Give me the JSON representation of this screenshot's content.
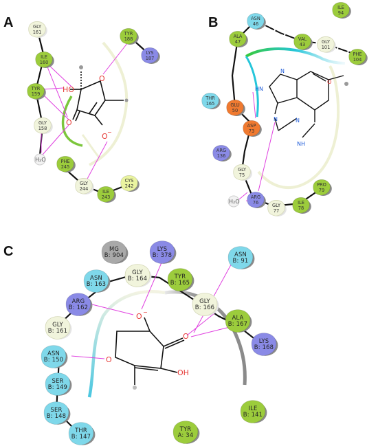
{
  "panels": [
    {
      "letter": "A",
      "residues": [
        {
          "id": "gly161",
          "name": "GLY",
          "num": "161",
          "color": "green-light"
        },
        {
          "id": "ile160",
          "name": "ILE",
          "num": "160",
          "color": "green"
        },
        {
          "id": "tyr159",
          "name": "TYR",
          "num": "159",
          "color": "green"
        },
        {
          "id": "gly158",
          "name": "GLY",
          "num": "158",
          "color": "green-light"
        },
        {
          "id": "tyr188",
          "name": "TYR",
          "num": "188",
          "color": "green"
        },
        {
          "id": "lys187",
          "name": "LYS",
          "num": "187",
          "color": "blue"
        },
        {
          "id": "phe245",
          "name": "PHE",
          "num": "245",
          "color": "green"
        },
        {
          "id": "gly244",
          "name": "GLY",
          "num": "244",
          "color": "green-light"
        },
        {
          "id": "ile243",
          "name": "ILE",
          "num": "243",
          "color": "green"
        },
        {
          "id": "cys242",
          "name": "CYS",
          "num": "242",
          "color": "yellow"
        }
      ],
      "atoms": {
        "hydroxyl": "HO",
        "ring_o": "O",
        "carbonyl_o": "O",
        "oxide": "O",
        "minus": "−",
        "water": "H₂O"
      }
    },
    {
      "letter": "B",
      "residues": [
        {
          "id": "ile94",
          "name": "ILE",
          "num": "94",
          "color": "green"
        },
        {
          "id": "asn46",
          "name": "ASN",
          "num": "46",
          "color": "cyan"
        },
        {
          "id": "ala47",
          "name": "ALA",
          "num": "47",
          "color": "green"
        },
        {
          "id": "val43",
          "name": "VAL",
          "num": "43",
          "color": "green"
        },
        {
          "id": "gly101",
          "name": "GLY",
          "num": "101",
          "color": "green-light"
        },
        {
          "id": "phe104",
          "name": "PHE",
          "num": "104",
          "color": "green"
        },
        {
          "id": "thr165",
          "name": "THR",
          "num": "165",
          "color": "cyan"
        },
        {
          "id": "glu50",
          "name": "GLU",
          "num": "50",
          "color": "orange"
        },
        {
          "id": "asp73",
          "name": "ASP",
          "num": "73",
          "color": "orange"
        },
        {
          "id": "arg136",
          "name": "ARG",
          "num": "136",
          "color": "blue"
        },
        {
          "id": "gly75",
          "name": "GLY",
          "num": "75",
          "color": "green-light"
        },
        {
          "id": "arg76",
          "name": "ARG",
          "num": "76",
          "color": "blue"
        },
        {
          "id": "gly77",
          "name": "GLY",
          "num": "77",
          "color": "green-light"
        },
        {
          "id": "ile78",
          "name": "ILE",
          "num": "78",
          "color": "green"
        },
        {
          "id": "pro79",
          "name": "PRO",
          "num": "79",
          "color": "green"
        }
      ],
      "atoms": {
        "nh_ring": "N",
        "n_top": "N",
        "n_left": "HN",
        "n_mid": "N",
        "n_bot": "N",
        "nh": "NH",
        "o_methoxy": "O",
        "water": "H₂O"
      }
    },
    {
      "letter": "C",
      "residues": [
        {
          "id": "mg904",
          "name": "MG",
          "num": "B: 904",
          "color": "gray"
        },
        {
          "id": "lys378",
          "name": "LYS",
          "num": "B: 378",
          "color": "blue"
        },
        {
          "id": "asn163",
          "name": "ASN",
          "num": "B: 163",
          "color": "cyan"
        },
        {
          "id": "gly164",
          "name": "GLY",
          "num": "B: 164",
          "color": "green-light"
        },
        {
          "id": "tyr165",
          "name": "TYR",
          "num": "B: 165",
          "color": "green"
        },
        {
          "id": "asn91",
          "name": "ASN",
          "num": "B: 91",
          "color": "cyan"
        },
        {
          "id": "arg162",
          "name": "ARG",
          "num": "B: 162",
          "color": "blue"
        },
        {
          "id": "gly166",
          "name": "GLY",
          "num": "B: 166",
          "color": "green-light"
        },
        {
          "id": "ala167",
          "name": "ALA",
          "num": "B: 167",
          "color": "green"
        },
        {
          "id": "gly161",
          "name": "GLY",
          "num": "B: 161",
          "color": "green-light"
        },
        {
          "id": "lys168",
          "name": "LYS",
          "num": "B: 168",
          "color": "blue"
        },
        {
          "id": "asn150",
          "name": "ASN",
          "num": "B: 150",
          "color": "cyan"
        },
        {
          "id": "ser149",
          "name": "SER",
          "num": "B: 149",
          "color": "cyan"
        },
        {
          "id": "ser148",
          "name": "SER",
          "num": "B: 148",
          "color": "cyan"
        },
        {
          "id": "ile141",
          "name": "ILE",
          "num": "B: 141",
          "color": "green"
        },
        {
          "id": "thr147",
          "name": "THR",
          "num": "B: 147",
          "color": "cyan"
        },
        {
          "id": "tyr34",
          "name": "TYR",
          "num": "A: 34",
          "color": "green"
        }
      ],
      "atoms": {
        "oxide": "O",
        "minus": "−",
        "carbonyl_o": "O",
        "ring_o": "O",
        "hydroxyl": "OH"
      }
    }
  ],
  "colors": {
    "green": "#9ccc3c",
    "green-light": "#f1f4dc",
    "cyan": "#7fd8ea",
    "blue": "#8a8ae6",
    "orange": "#f07a30",
    "yellow": "#eaf4a0",
    "gray": "#a9a9a9",
    "hbond": "#e040e0",
    "oxygen": "#e53935"
  }
}
